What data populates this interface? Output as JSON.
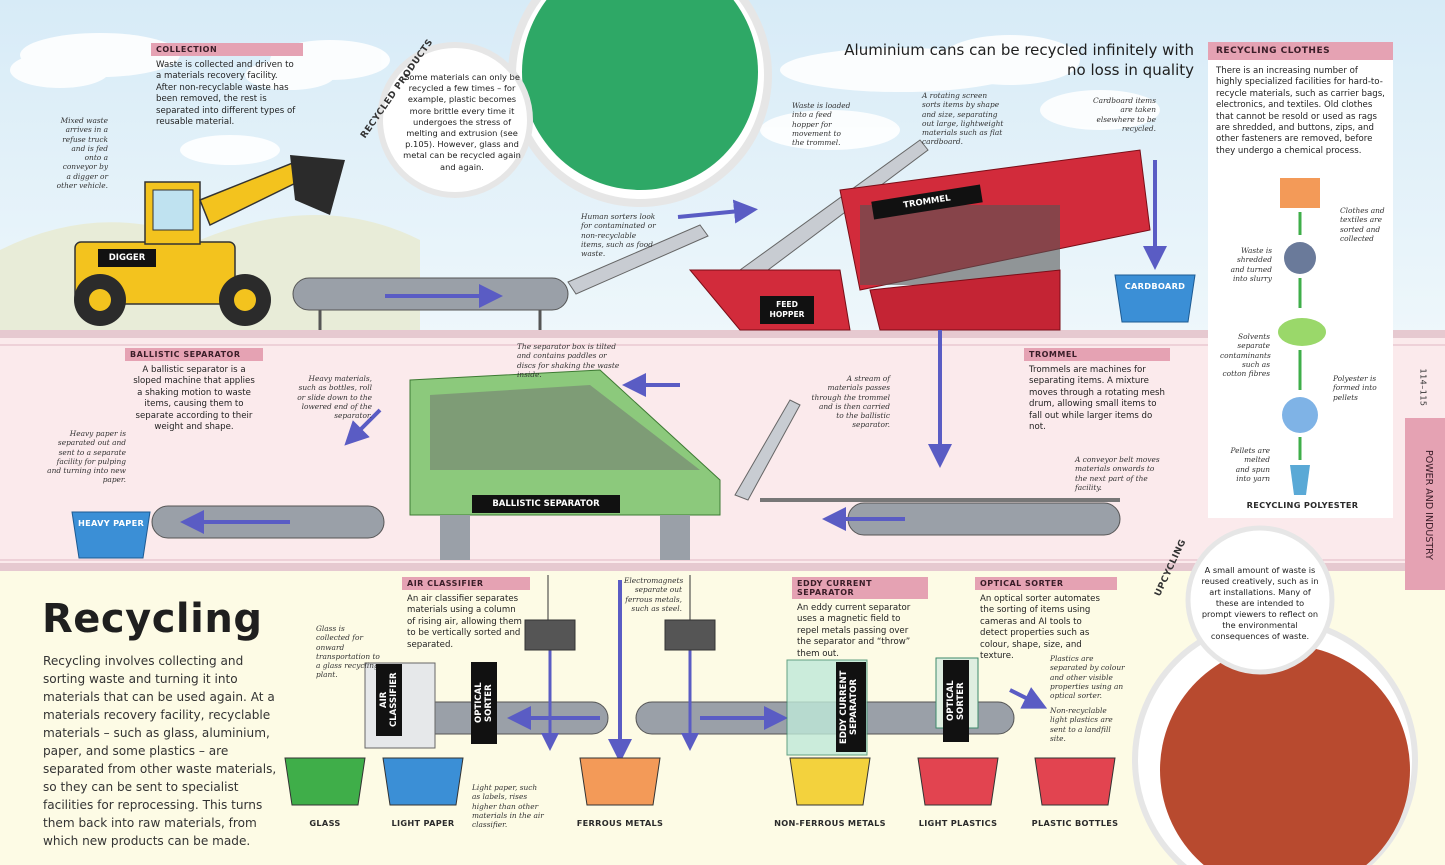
{
  "colors": {
    "sky": "#dfeff8",
    "lower": "#fdfbe6",
    "middle": "#fbe9ec",
    "accent": "#e5a2b3",
    "machine_red": "#d22b3b",
    "machine_green": "#8cc97c",
    "digger": "#f3c31e"
  },
  "title": "Recycling",
  "intro": "Recycling involves collecting and sorting waste and turning it into materials that can be used again. At a materials recovery facility, recyclable materials – such as glass, aluminium, paper, and some plastics – are separated from other waste materials, so they can be sent to specialist facilities for reprocessing. This turns them back into raw materials, from which new products can be made.",
  "quote": "Aluminium cans can be recycled infinitely with no loss in quality",
  "page_number": "114–115",
  "side_tab": "POWER AND INDUSTRY",
  "collection": {
    "header": "COLLECTION",
    "body": "Waste is collected and driven to a materials recovery facility. After non-recyclable waste has been removed, the rest is separated into different types of reusable material."
  },
  "recycled_products": {
    "label": "RECYCLED PRODUCTS",
    "body": "Some materials can only be recycled a few times – for example, plastic becomes more brittle every time it undergoes the stress of melting and extrusion (see p.105). However, glass and metal can be recycled again and again."
  },
  "recycling_clothes": {
    "header": "RECYCLING CLOTHES",
    "body": "There is an increasing number of highly specialized facilities for hard-to-recycle materials, such as carrier bags, electronics, and textiles. Old clothes that cannot be resold or used as rags are shredded, and buttons, zips, and other fasteners are removed, before they undergo a chemical process.",
    "step1": "Clothes and textiles are sorted and collected",
    "step2": "Waste is shredded and turned into slurry",
    "step3": "Solvents separate contaminants such as cotton fibres",
    "step4": "Polyester is formed into pellets",
    "step5": "Pellets are melted and spun into yarn",
    "final": "RECYCLING POLYESTER"
  },
  "ballistic": {
    "header": "BALLISTIC SEPARATOR",
    "body": "A ballistic separator is a sloped machine that applies a shaking motion to waste items, causing them to separate according to their weight and shape."
  },
  "trommel": {
    "header": "TROMMEL",
    "body": "Trommels are machines for separating items. A mixture moves through a rotating mesh drum, allowing small items to fall out while larger items do not."
  },
  "air_classifier": {
    "header": "AIR CLASSIFIER",
    "body": "An air classifier separates materials using a column of rising air, allowing them to be vertically sorted and separated."
  },
  "eddy": {
    "header": "EDDY CURRENT SEPARATOR",
    "body": "An eddy current separator uses a magnetic field to repel metals passing over the separator and “throw” them out."
  },
  "optical": {
    "header": "OPTICAL SORTER",
    "body": "An optical sorter automates the sorting of items using cameras and AI tools to detect properties such as colour, shape, size, and texture."
  },
  "upcycling": {
    "label": "UPCYCLING",
    "body": "A small amount of waste is reused creatively, such as in art installations. Many of these are intended to prompt viewers to reflect on the environmental consequences of waste."
  },
  "captions": {
    "mixed_waste": "Mixed waste arrives in a refuse truck and is fed onto a conveyor by a digger or other vehicle.",
    "human_sorters": "Human sorters look for contaminated or non-recyclable items, such as food waste.",
    "waste_loaded": "Waste is loaded into a feed hopper for movement to the trommel.",
    "rotating_screen": "A rotating screen sorts items by shape and size, separating out large, lightweight materials such as flat cardboard.",
    "cardboard_items": "Cardboard items are taken elsewhere to be recycled.",
    "separator_box": "The separator box is tilted and contains paddles or discs for shaking the waste inside.",
    "heavy_materials": "Heavy materials, such as bottles, roll or slide down to the lowered end of the separator.",
    "heavy_paper": "Heavy paper is separated out and sent to a separate facility for pulping and turning into new paper.",
    "stream": "A stream of materials passes through the trommel and is then carried to the ballistic separator.",
    "conveyor_belt": "A conveyor belt moves materials onwards to the next part of the facility.",
    "glass": "Glass is collected for onward transportation to a glass recycling plant.",
    "electromagnets": "Electromagnets separate out ferrous metals, such as steel.",
    "light_paper": "Light paper, such as labels, rises higher than other materials in the air classifier.",
    "plastics_separated": "Plastics are separated by colour and other visible properties using an optical sorter.",
    "non_recyclable": "Non-recyclable light plastics are sent to a landfill site."
  },
  "machine_labels": {
    "digger": "DIGGER",
    "feed_hopper": "FEED HOPPER",
    "trommel": "TROMMEL",
    "ballistic": "BALLISTIC SEPARATOR",
    "air_classifier": "AIR CLASSIFIER",
    "optical_sorter": "OPTICAL SORTER",
    "eddy": "EDDY CURRENT SEPARATOR"
  },
  "bins": {
    "cardboard": "CARDBOARD",
    "heavy_paper": "HEAVY PAPER",
    "glass": "GLASS",
    "light_paper": "LIGHT PAPER",
    "ferrous": "FERROUS METALS",
    "non_ferrous": "NON-FERROUS METALS",
    "light_plastics": "LIGHT PLASTICS",
    "plastic_bottles": "PLASTIC BOTTLES"
  }
}
